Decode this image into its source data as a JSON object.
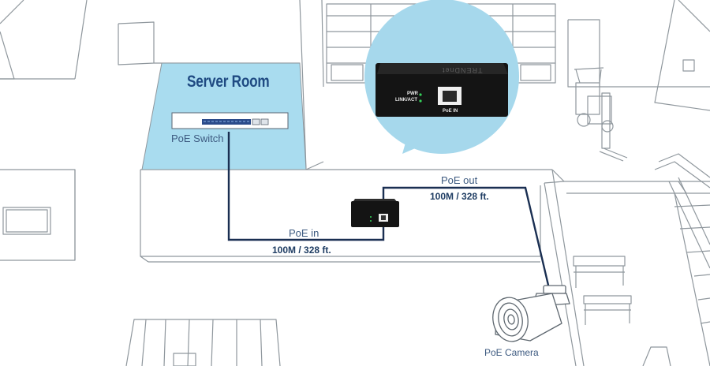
{
  "labels": {
    "server_room": "Server Room",
    "poe_switch": "PoE Switch",
    "poe_in": "PoE in",
    "poe_in_spec": "100M / 328 ft.",
    "poe_out": "PoE out",
    "poe_out_spec": "100M / 328 ft.",
    "poe_camera": "PoE Camera"
  },
  "device": {
    "brand": "TRENDnet",
    "pwr": "PWR",
    "link_act": "LINK/ACT",
    "port": "PoE IN"
  },
  "colors": {
    "server_room_fill": "#a9dcef",
    "callout_fill": "#a6d8ec",
    "cable": "#1a2f52",
    "line_art": "#8e969c",
    "title": "#1f4a82"
  }
}
